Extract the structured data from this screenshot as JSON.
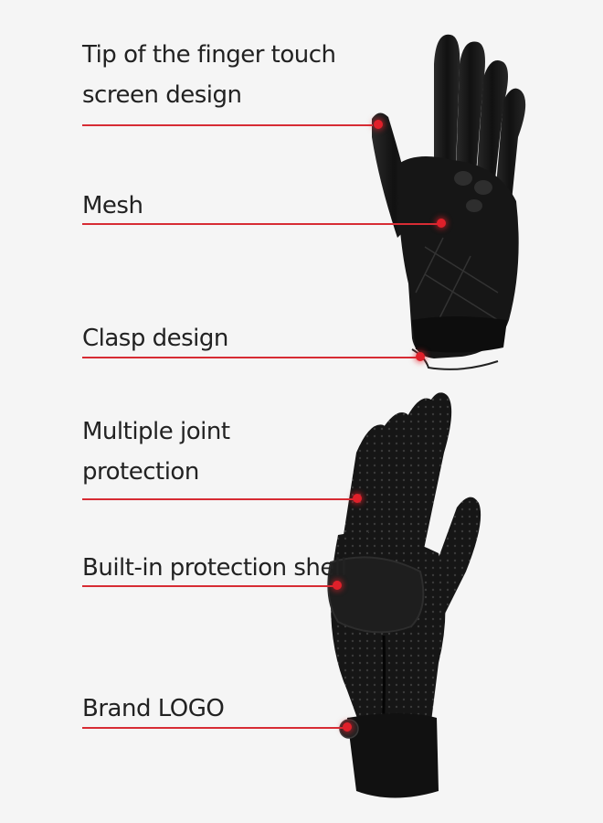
{
  "features": [
    {
      "text": "Tip of the finger touch\nscreen design"
    },
    {
      "text": "Mesh"
    },
    {
      "text": "Clasp design"
    },
    {
      "text": "Multiple joint\nprotection"
    },
    {
      "text": "Built-in protection shell"
    },
    {
      "text": "Brand LOGO"
    }
  ],
  "colors": {
    "background": "#f5f5f5",
    "text": "#222222",
    "leader_line": "#d72c34",
    "highlight_dot": "#e0202a",
    "glove_leather": "#141414"
  },
  "icons": {
    "upper": "glove-palm-icon",
    "lower": "glove-back-icon"
  }
}
